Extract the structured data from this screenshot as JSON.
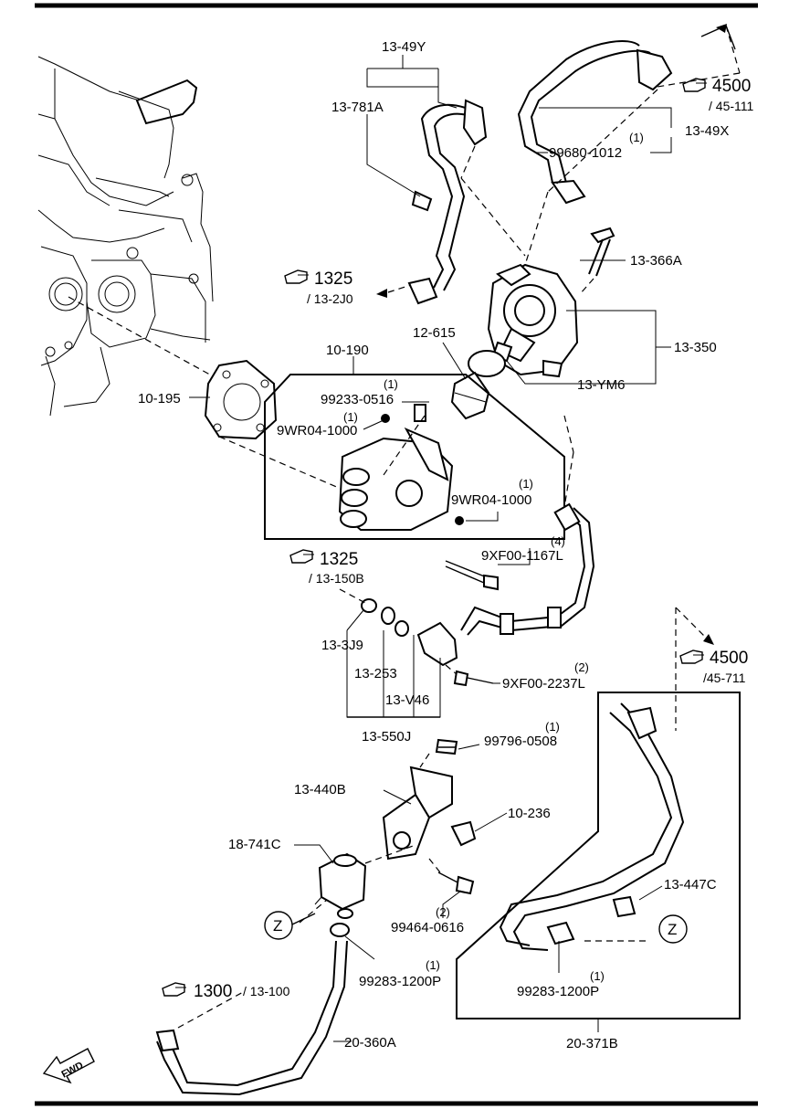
{
  "labels": {
    "p13_49y": "13-49Y",
    "p13_781a": "13-781A",
    "p13_49x": "13-49X",
    "p99680": "99680-1012",
    "p99680_qty": "(1)",
    "ref4500_top": "4500",
    "ref4500_top_sub": "/ 45-111",
    "ref1325_top": "1325",
    "ref1325_top_sub": "/ 13-2J0",
    "p13_366a": "13-366A",
    "p13_350": "13-350",
    "p13_ym6": "13-YM6",
    "p12_615": "12-615",
    "p10_190": "10-190",
    "p10_195": "10-195",
    "p99233": "99233-0516",
    "p99233_qty": "(1)",
    "p9wr04_a": "9WR04-1000",
    "p9wr04_a_qty": "(1)",
    "p9wr04_b": "9WR04-1000",
    "p9wr04_b_qty": "(1)",
    "p9xf00_1167": "9XF00-1167L",
    "p9xf00_1167_qty": "(4)",
    "ref1325_mid": "1325",
    "ref1325_mid_sub": "/ 13-150B",
    "p13_3j9": "13-3J9",
    "p13_253": "13-253",
    "p13_v46": "13-V46",
    "p13_550j": "13-550J",
    "p9xf00_2237": "9XF00-2237L",
    "p9xf00_2237_qty": "(2)",
    "ref4500_right": "4500",
    "ref4500_right_sub": "/45-711",
    "p99796": "99796-0508",
    "p99796_qty": "(1)",
    "p13_440b": "13-440B",
    "p10_236": "10-236",
    "p18_741c": "18-741C",
    "p13_447c": "13-447C",
    "p99464": "99464-0616",
    "p99464_qty": "(2)",
    "z_left": "Z",
    "z_right": "Z",
    "p99283_left": "99283-1200P",
    "p99283_left_qty": "(1)",
    "p99283_right": "99283-1200P",
    "p99283_right_qty": "(1)",
    "ref1300": "1300",
    "ref1300_sub": "/ 13-100",
    "p20_360a": "20-360A",
    "p20_371b": "20-371B",
    "fwd": "FWD"
  },
  "icons": {
    "reference": "pointing-hand-icon",
    "forward": "forward-arrow-icon"
  }
}
